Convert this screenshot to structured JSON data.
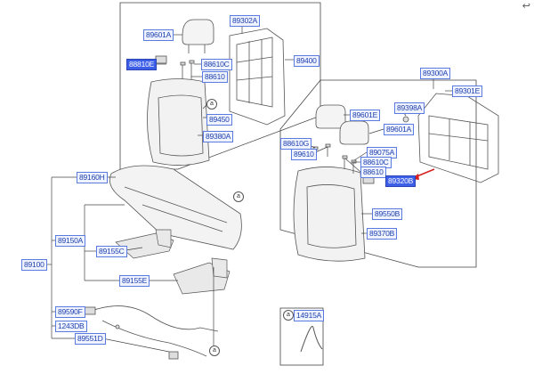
{
  "labels": {
    "l89302A": "89302A",
    "l89601A_1": "89601A",
    "l89400": "89400",
    "l88810E_sel": "88810E",
    "l88610C_1": "88610C",
    "l88610_1": "88610",
    "l89450": "89450",
    "l89380A": "89380A",
    "l89300A": "89300A",
    "l89301E": "89301E",
    "l89601E": "89601E",
    "l89398A": "89398A",
    "l89601A_2": "89601A",
    "l88610G": "88610G",
    "l89075A": "89075A",
    "l89610": "89610",
    "l88610C_2": "88610C",
    "l88610_2": "88610",
    "l89320B_sel": "89320B",
    "l89550B": "89550B",
    "l89370B": "89370B",
    "l89160H": "89160H",
    "l89150A": "89150A",
    "l89100": "89100",
    "l89155C": "89155C",
    "l89155E": "89155E",
    "l89590F": "89590F",
    "l1243DB": "1243DB",
    "l89551D": "89551D",
    "l14915A": "14915A"
  },
  "callout_letter": "a",
  "colors": {
    "label_text": "#1f3fae",
    "label_border": "#5b7be0",
    "selected_fill": "#3d5fe8",
    "arrow": "#d62020",
    "line": "#444444"
  },
  "icons": {
    "corner": "back-arrow-icon"
  }
}
